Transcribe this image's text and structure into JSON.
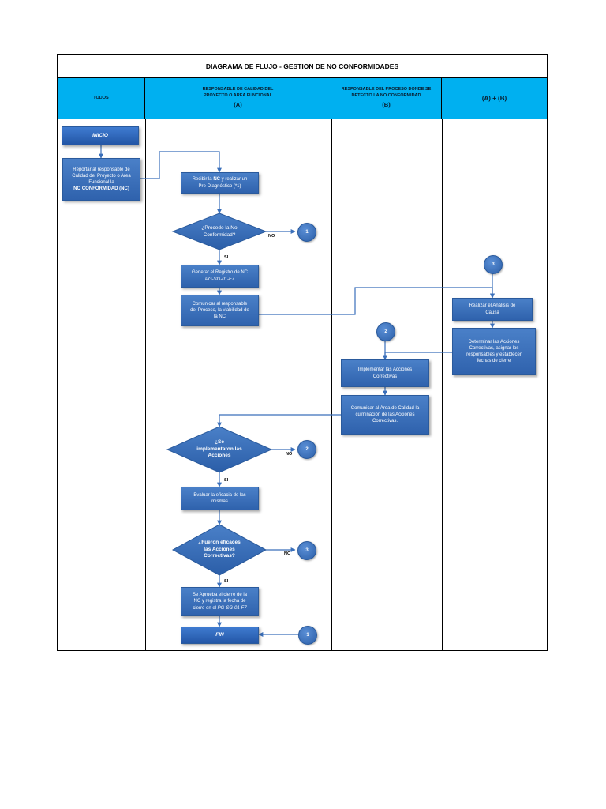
{
  "title": "DIAGRAMA DE FLUJO - GESTION DE NO CONFORMIDADES",
  "columns": {
    "todos": "TODOS",
    "a_line1": "RESPONSABLE DE CALIDAD DEL",
    "a_line2": "PROYECTO O AREA FUNCIONAL",
    "a_sub": "(A)",
    "b_line1": "RESPONSABLE DEL PROCESO DONDE SE",
    "b_line2": "DETECTO LA NO CONFORMIDAD",
    "b_sub": "(B)",
    "ab": "(A) + (B)"
  },
  "steps": {
    "inicio": "INICIO",
    "reportar_1": "Reportar al responsable de",
    "reportar_2": "Calidad del Proyecto o Area",
    "reportar_3": "Funcional la",
    "reportar_4": "NO CONFORMIDAD (NC)",
    "recibir_1a": "Recibir la",
    "recibir_1b": "NC",
    "recibir_1c": "y realizar un",
    "recibir_2": "Pre-Diagnóstico (*1)",
    "procede_1": "¿Procede la No",
    "procede_2": "Conformidad?",
    "generar_1": "Generar el Registro de NC",
    "generar_2": "PG-SG-01-F7",
    "comunicar_1": "Comunicar al responsable",
    "comunicar_2": "del Proceso, la viabilidad de",
    "comunicar_3": "la NC",
    "analisis_1": "Realizar el Análisis de",
    "analisis_2": "Causa",
    "determinar_1": "Determinar las Acciones",
    "determinar_2": "Correctivas, asignar los",
    "determinar_3": "responsables y establecer",
    "determinar_4": "fechas de cierre",
    "implementar_1": "Implementar las Acciones",
    "implementar_2": "Correctivas",
    "comunicar_area_1": "Comunicar al Área de Calidad la",
    "comunicar_area_2": "culminación de las Acciones",
    "comunicar_area_3": "Correctivas.",
    "implementaron_1": "¿Se",
    "implementaron_2": "implementaron las",
    "implementaron_3": "Acciones",
    "evaluar_1": "Evaluar la eficacia de las",
    "evaluar_2": "mismas",
    "eficaces_1": "¿Fueron eficaces",
    "eficaces_2": "las Acciones",
    "eficaces_3": "Correctivas?",
    "aprueba_1": "Se Aprueba el cierre de la",
    "aprueba_2": "NC y registra la fecha de",
    "aprueba_3": "cierre en el",
    "aprueba_4": "PG-SG-01-F7",
    "fin": "FIN"
  },
  "labels": {
    "no": "NO",
    "si": "SI"
  },
  "connectors": {
    "c1": "1",
    "c2": "2",
    "c3": "3"
  },
  "colors": {
    "header_bg": "#00b0f0",
    "shape_fill": "#3a6fba",
    "line": "#3a6fba"
  }
}
